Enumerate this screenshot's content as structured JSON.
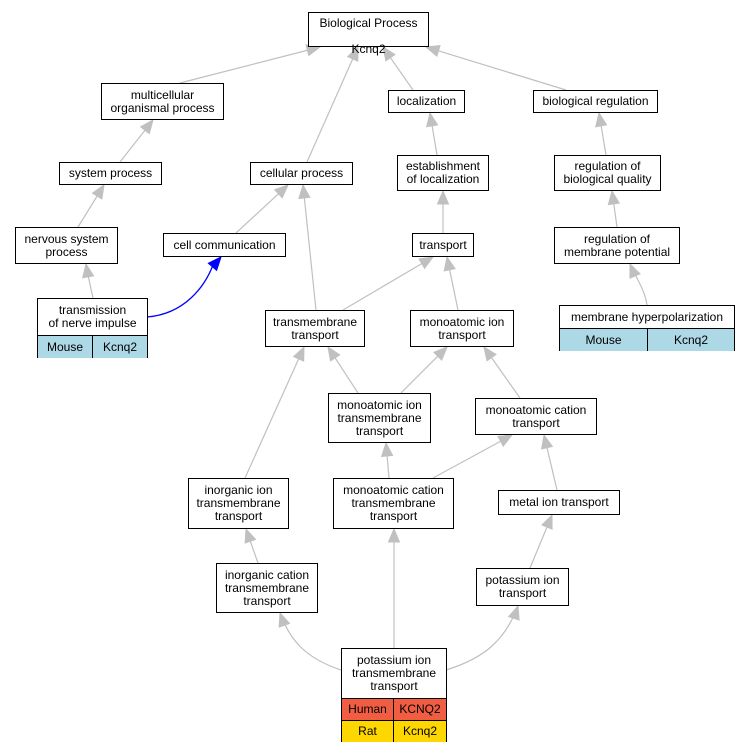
{
  "title_node": {
    "line1": "Biological Process",
    "line2": "Kcnq2"
  },
  "nodes": {
    "multicellular": "multicellular\norganismal process",
    "localization": "localization",
    "biological_regulation": "biological regulation",
    "system_process": "system process",
    "cellular_process": "cellular process",
    "establishment_localization": "establishment\nof localization",
    "regulation_biological_quality": "regulation of\nbiological quality",
    "nervous_system_process": "nervous system\nprocess",
    "cell_communication": "cell communication",
    "transport": "transport",
    "regulation_membrane_potential": "regulation of\nmembrane potential",
    "transmembrane_transport": "transmembrane\ntransport",
    "monoatomic_ion_transport": "monoatomic ion\ntransport",
    "monoatomic_ion_tm_transport": "monoatomic ion\ntransmembrane\ntransport",
    "monoatomic_cation_transport": "monoatomic cation\ntransport",
    "inorganic_ion_tm_transport": "inorganic ion\ntransmembrane\ntransport",
    "monoatomic_cation_tm_transport": "monoatomic cation\ntransmembrane\ntransport",
    "metal_ion_transport": "metal ion transport",
    "inorganic_cation_tm_transport": "inorganic cation\ntransmembrane\ntransport",
    "potassium_ion_transport": "potassium ion\ntransport"
  },
  "annotated": {
    "nerve_impulse": {
      "label": "transmission\nof nerve impulse",
      "species": "Mouse",
      "gene": "Kcnq2"
    },
    "hyperpolarization": {
      "label": "membrane hyperpolarization",
      "species": "Mouse",
      "gene": "Kcnq2"
    },
    "potassium_tm": {
      "label": "potassium ion\ntransmembrane\ntransport",
      "rows": [
        {
          "species": "Human",
          "gene": "KCNQ2"
        },
        {
          "species": "Rat",
          "gene": "Kcnq2"
        }
      ]
    }
  },
  "colors": {
    "edge": "#c0c0c0",
    "highlight_edge": "#0000ff",
    "mouse_cell": "#add8e6",
    "human_cell": "#f05d42",
    "rat_cell": "#ffd700"
  }
}
